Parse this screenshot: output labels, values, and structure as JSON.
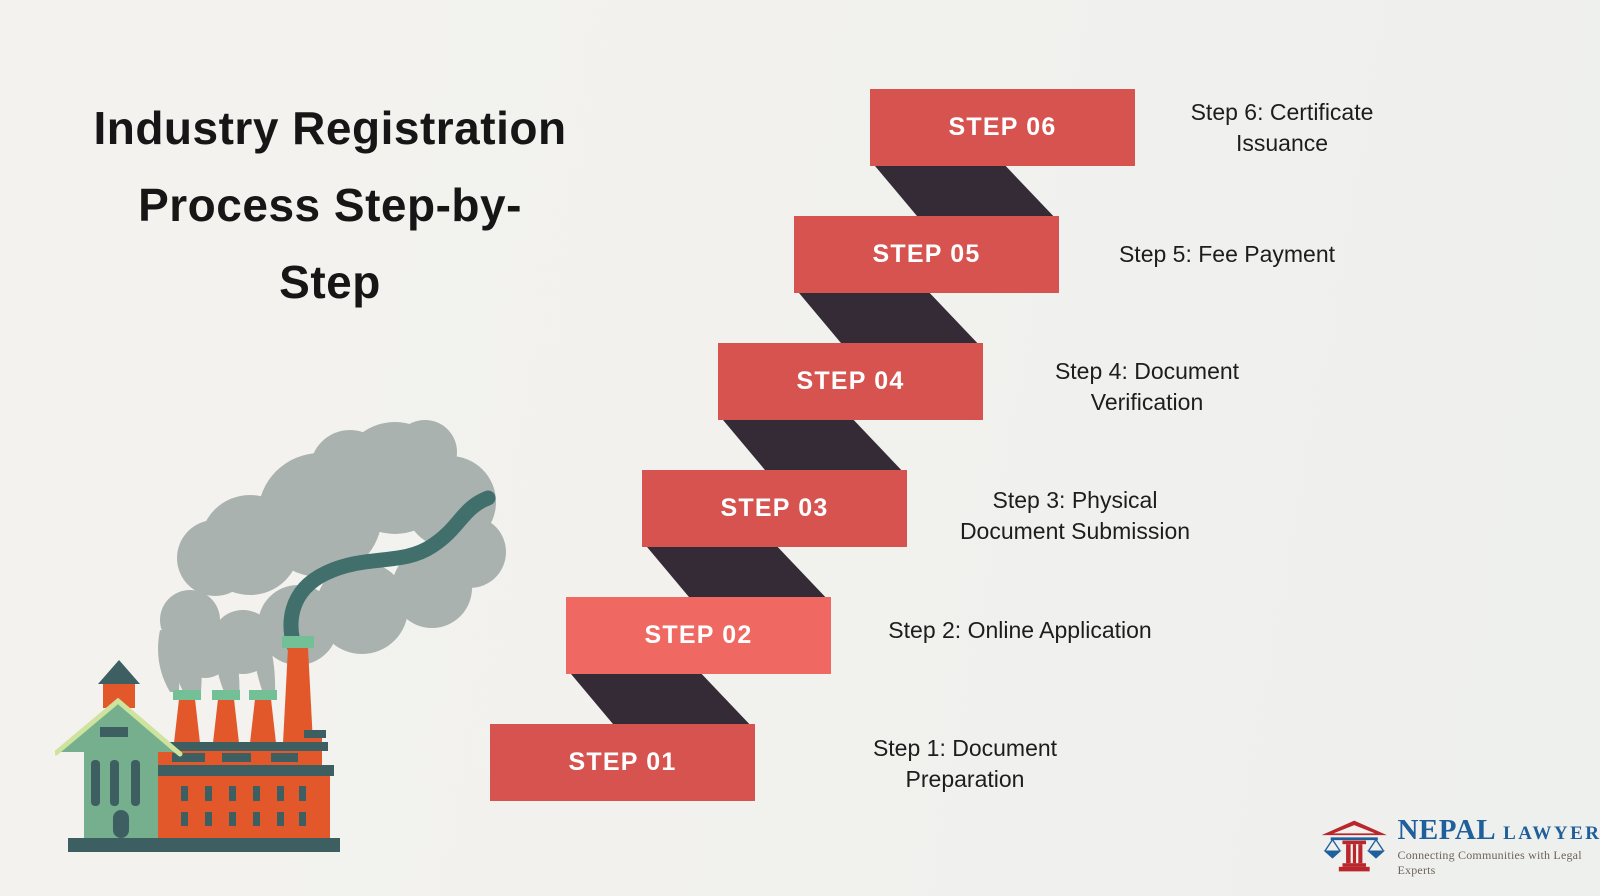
{
  "title": {
    "full": "Industry Registration Process Step-by-Step",
    "lines": [
      "Industry Registration",
      "Process Step-by-",
      "Step"
    ]
  },
  "steps": [
    {
      "id": 1,
      "badge": "STEP 01",
      "description": "Step 1: Document Preparation",
      "desc_lines": [
        "Step 1: Document",
        "Preparation"
      ]
    },
    {
      "id": 2,
      "badge": "STEP 02",
      "description": "Step 2: Online Application",
      "desc_lines": [
        "Step 2: Online Application"
      ]
    },
    {
      "id": 3,
      "badge": "STEP 03",
      "description": "Step 3: Physical Document Submission",
      "desc_lines": [
        "Step 3: Physical",
        "Document Submission"
      ]
    },
    {
      "id": 4,
      "badge": "STEP 04",
      "description": "Step 4: Document Verification",
      "desc_lines": [
        "Step 4: Document",
        "Verification"
      ]
    },
    {
      "id": 5,
      "badge": "STEP 05",
      "description": "Step 5: Fee Payment",
      "desc_lines": [
        "Step 5: Fee Payment"
      ]
    },
    {
      "id": 6,
      "badge": "STEP 06",
      "description": "Step 6: Certificate Issuance",
      "desc_lines": [
        "Step 6: Certificate",
        "Issuance"
      ]
    }
  ],
  "logo": {
    "name_primary": "NEPAL",
    "name_secondary": "LAWYER",
    "tagline": "Connecting Communities with Legal Experts"
  },
  "icons": {
    "factory": "factory-with-smokestacks-illustration",
    "logo_mark": "scales-of-justice-temple-icon"
  },
  "colors": {
    "bar-red": "#d6534f",
    "bar-red-light": "#ef6862",
    "connector-dark": "#342b36",
    "ink": "#161616",
    "bar-text": "#ffffff",
    "orange": "#e2582b",
    "green": "#76af8d",
    "trim": "#cde39e",
    "teal-dark": "#3d5f61",
    "cap-green": "#74c096",
    "smoke": "#a9b2ae",
    "smoke-dark": "#41706c",
    "logo-blue": "#1e5f9c",
    "logo-red": "#b9262b",
    "logo-gray": "#6d6458"
  }
}
